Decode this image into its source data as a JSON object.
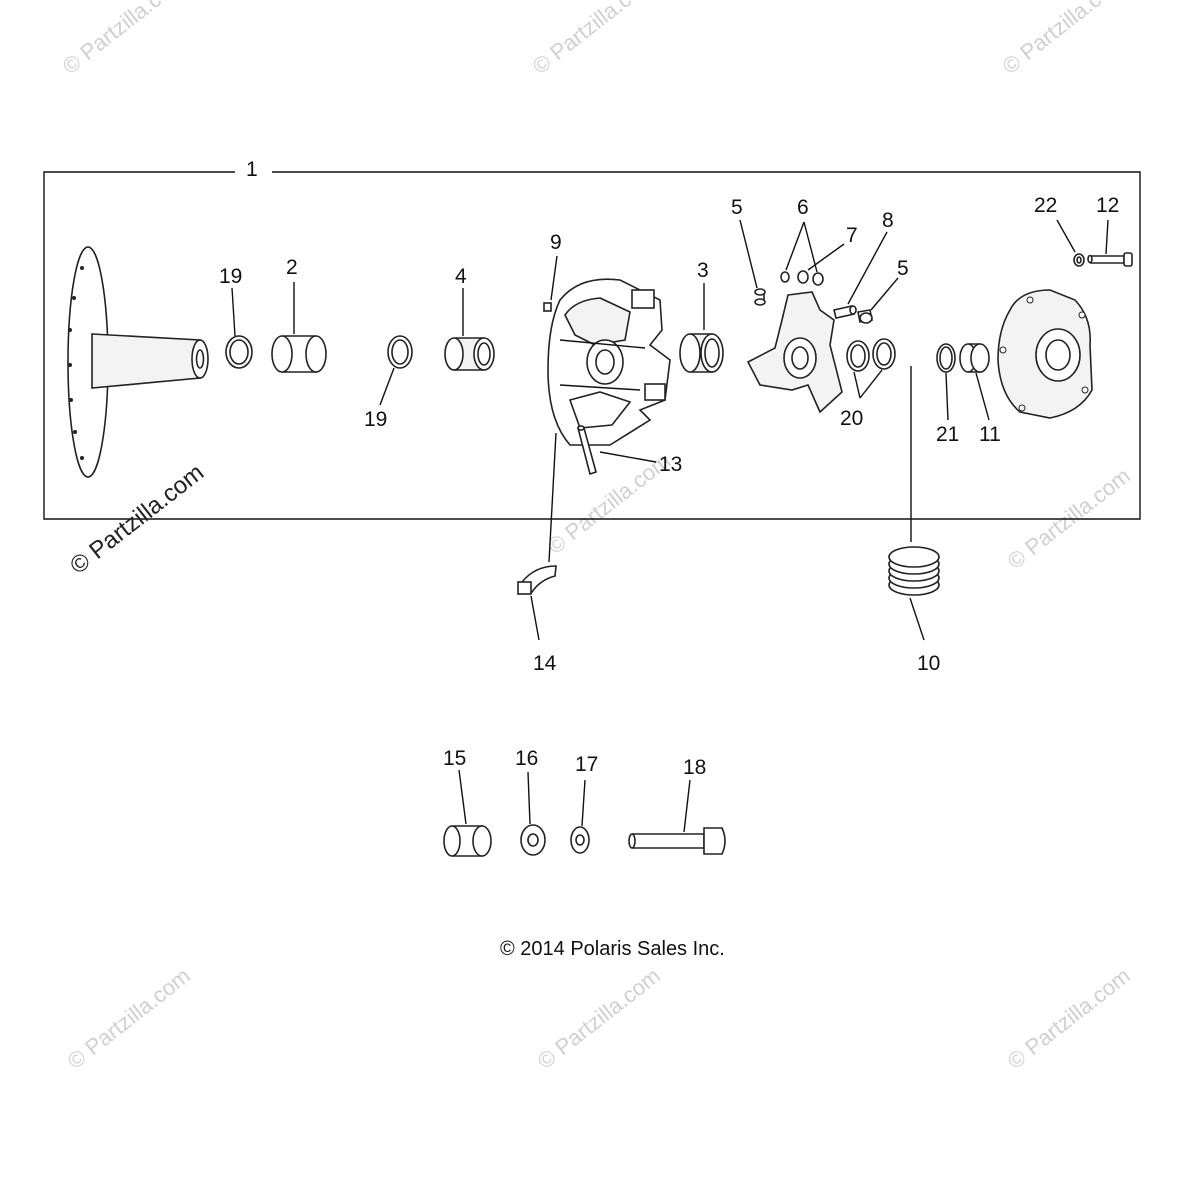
{
  "watermark": "© Partzilla.com",
  "copyright": "© 2014 Polaris Sales Inc.",
  "callouts": [
    {
      "id": "c1",
      "text": "1"
    },
    {
      "id": "c2",
      "text": "2"
    },
    {
      "id": "c3",
      "text": "3"
    },
    {
      "id": "c4",
      "text": "4"
    },
    {
      "id": "c5a",
      "text": "5"
    },
    {
      "id": "c5b",
      "text": "5"
    },
    {
      "id": "c6",
      "text": "6"
    },
    {
      "id": "c7",
      "text": "7"
    },
    {
      "id": "c8",
      "text": "8"
    },
    {
      "id": "c9",
      "text": "9"
    },
    {
      "id": "c10",
      "text": "10"
    },
    {
      "id": "c11",
      "text": "11"
    },
    {
      "id": "c12",
      "text": "12"
    },
    {
      "id": "c13",
      "text": "13"
    },
    {
      "id": "c14",
      "text": "14"
    },
    {
      "id": "c15",
      "text": "15"
    },
    {
      "id": "c16",
      "text": "16"
    },
    {
      "id": "c17",
      "text": "17"
    },
    {
      "id": "c18",
      "text": "18"
    },
    {
      "id": "c19a",
      "text": "19"
    },
    {
      "id": "c19b",
      "text": "19"
    },
    {
      "id": "c20",
      "text": "20"
    },
    {
      "id": "c21",
      "text": "21"
    },
    {
      "id": "c22",
      "text": "22"
    }
  ]
}
